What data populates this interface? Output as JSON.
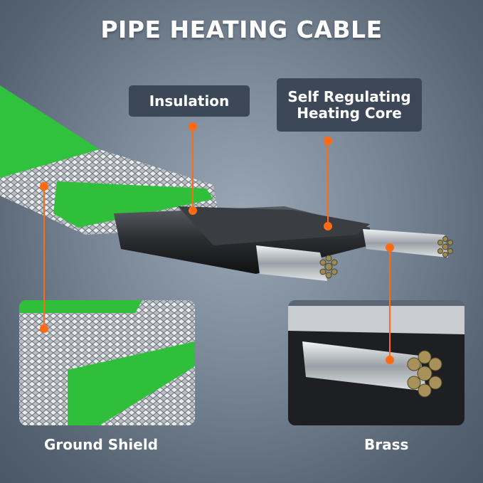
{
  "title": "PIPE HEATING CABLE",
  "labels": {
    "insulation": "Insulation",
    "core_line1": "Self Regulating",
    "core_line2": "Heating Core",
    "ground_shield": "Ground Shield",
    "brass": "Brass"
  },
  "colors": {
    "accent": "#ff6a13",
    "jacket": "#2fbf3a",
    "label_bg": "#3c4858"
  }
}
